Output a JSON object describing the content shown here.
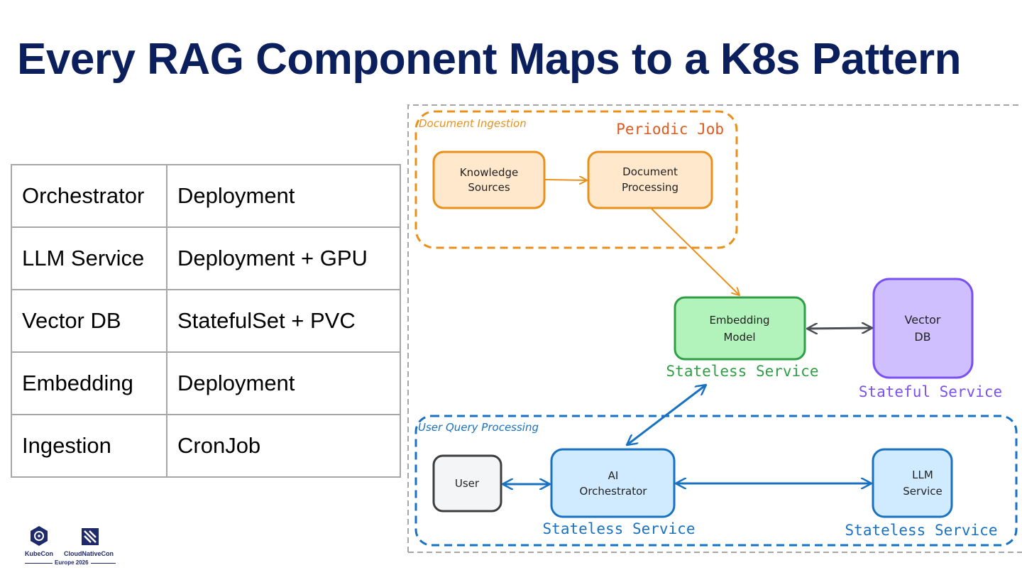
{
  "slide": {
    "title": "Every RAG Component Maps to a K8s Pattern"
  },
  "mapping_table": {
    "rows": [
      {
        "component": "Orchestrator",
        "pattern": "Deployment"
      },
      {
        "component": "LLM Service",
        "pattern": "Deployment + GPU"
      },
      {
        "component": "Vector DB",
        "pattern": "StatefulSet + PVC"
      },
      {
        "component": "Embedding",
        "pattern": "Deployment"
      },
      {
        "component": "Ingestion",
        "pattern": "CronJob"
      }
    ]
  },
  "diagram": {
    "groups": {
      "ingestion": {
        "label": "Document Ingestion",
        "pattern_label": "Periodic Job"
      },
      "query": {
        "label": "User Query Processing"
      }
    },
    "nodes": {
      "knowledge_sources": {
        "line1": "Knowledge",
        "line2": "Sources"
      },
      "document_processing": {
        "line1": "Document",
        "line2": "Processing"
      },
      "embedding_model": {
        "line1": "Embedding",
        "line2": "Model",
        "pattern_label": "Stateless Service"
      },
      "vector_db": {
        "line1": "Vector",
        "line2": "DB",
        "pattern_label": "Stateful Service"
      },
      "user": {
        "line1": "User"
      },
      "ai_orchestrator": {
        "line1": "AI",
        "line2": "Orchestrator",
        "pattern_label": "Stateless Service"
      },
      "llm_service": {
        "line1": "LLM",
        "line2": "Service",
        "pattern_label": "Stateless Service"
      }
    },
    "colors": {
      "ingestion": "#e8901c",
      "ingestion_fill": "#ffe8cc",
      "periodic_job": "#e05a1e",
      "embedding": "#2f9e44",
      "embedding_fill": "#b2f2bb",
      "vector": "#7950f2",
      "vector_fill": "#d0bfff",
      "query": "#1971c2",
      "query_fill": "#d0ebff",
      "user": "#3d3d3d",
      "user_fill": "#f4f5f7",
      "outer_border": "#a6a6a6"
    }
  },
  "footer": {
    "logo_left": "KubeCon",
    "logo_right": "CloudNativeCon",
    "event": "Europe 2026"
  }
}
